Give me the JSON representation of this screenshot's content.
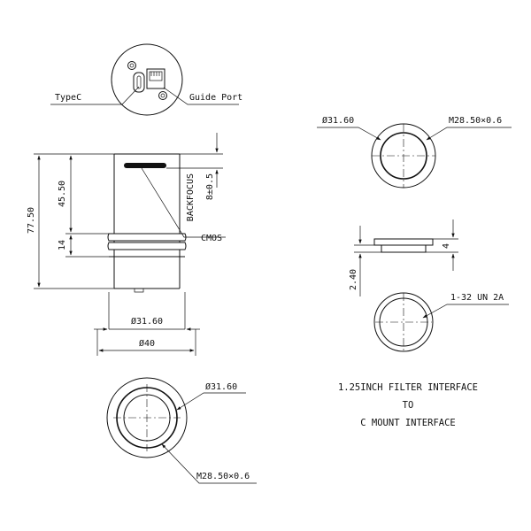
{
  "top_view": {
    "typec_label": "TypeC",
    "guide_port_label": "Guide Port"
  },
  "side_view": {
    "total_length": "77.50",
    "upper_length": "45.50",
    "groove_length": "14",
    "backfocus_label": "BACKFOCUS",
    "backfocus_value": "8±0.5",
    "sensor_label": "CMOS",
    "inner_diameter": "Ø31.60",
    "outer_diameter": "Ø40"
  },
  "bottom_view": {
    "diameter": "Ø31.60",
    "thread": "M28.50×0.6"
  },
  "filter_top_view": {
    "diameter": "Ø31.60",
    "thread": "M28.50×0.6"
  },
  "adapter_side_view": {
    "height": "2.40",
    "thickness": "4"
  },
  "adapter_top_view": {
    "thread": "1-32 UN 2A"
  },
  "interface_note": {
    "line1": "1.25INCH FILTER INTERFACE",
    "line2": "TO",
    "line3": "C MOUNT INTERFACE"
  }
}
